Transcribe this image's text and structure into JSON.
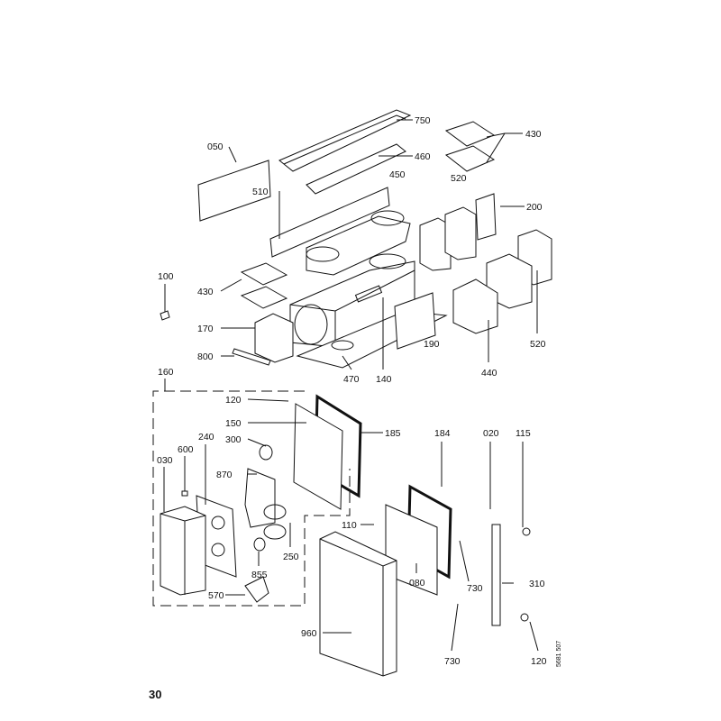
{
  "page_number": "30",
  "drawing_code": "5681 507",
  "parts": {
    "p750": "750",
    "p430a": "430",
    "p050": "050",
    "p460": "460",
    "p450": "450",
    "p520a": "520",
    "p510": "510",
    "p200": "200",
    "p100": "100",
    "p430b": "430",
    "p170": "170",
    "p190": "190",
    "p520b": "520",
    "p800": "800",
    "p470": "470",
    "p140": "140",
    "p440": "440",
    "p160": "160",
    "p120a": "120",
    "p150": "150",
    "p185": "185",
    "p184": "184",
    "p020": "020",
    "p115": "115",
    "p300": "300",
    "p240": "240",
    "p600": "600",
    "p030": "030",
    "p870": "870",
    "p110": "110",
    "p250": "250",
    "p855": "855",
    "p730a": "730",
    "p310": "310",
    "p080": "080",
    "p570": "570",
    "p960": "960",
    "p730b": "730",
    "p120b": "120"
  }
}
